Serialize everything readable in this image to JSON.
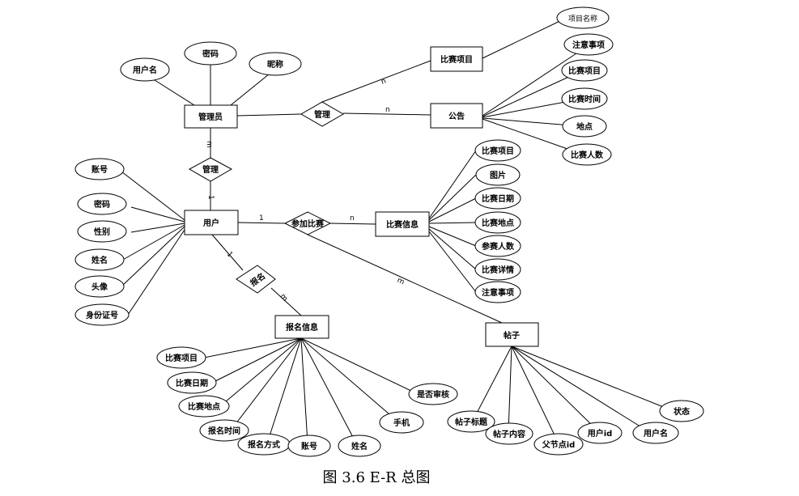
{
  "entities": [
    {
      "id": "admin",
      "label": "管理员"
    },
    {
      "id": "user",
      "label": "用户"
    },
    {
      "id": "project",
      "label": "比赛项目"
    },
    {
      "id": "notice",
      "label": "公告"
    },
    {
      "id": "info",
      "label": "比赛信息"
    },
    {
      "id": "signup",
      "label": "报名信息"
    },
    {
      "id": "post",
      "label": "帖子"
    }
  ],
  "relationships": [
    {
      "id": "rel_manage_top",
      "label": "管理"
    },
    {
      "id": "rel_manage_mid",
      "label": "管理"
    },
    {
      "id": "rel_join",
      "label": "参加比赛"
    },
    {
      "id": "rel_signup",
      "label": "报名"
    }
  ],
  "attributes": {
    "admin": [
      "用户名",
      "密码",
      "昵称"
    ],
    "project": [
      "项目名称"
    ],
    "notice": [
      "注意事项",
      "比赛项目",
      "比赛时间",
      "地点",
      "比赛人数"
    ],
    "user": [
      "账号",
      "密码",
      "性别",
      "姓名",
      "头像",
      "身份证号"
    ],
    "info": [
      "比赛项目",
      "图片",
      "比赛日期",
      "比赛地点",
      "参赛人数",
      "比赛详情",
      "注意事项"
    ],
    "signup": [
      "比赛项目",
      "比赛日期",
      "比赛地点",
      "报名时间",
      "报名方式",
      "账号",
      "姓名",
      "手机",
      "是否审核"
    ],
    "post": [
      "帖子标题",
      "帖子内容",
      "父节点id",
      "用户id",
      "用户名",
      "状态"
    ]
  },
  "cardinalities": {
    "admin_project": "n",
    "admin_notice": "n",
    "admin_manage": "m",
    "user_manage": "1",
    "user_join": "1",
    "info_join": "n",
    "post_join": "m",
    "user_signup": "1",
    "signup_signup": "m"
  },
  "caption": "图 3.6 E-R 总图"
}
